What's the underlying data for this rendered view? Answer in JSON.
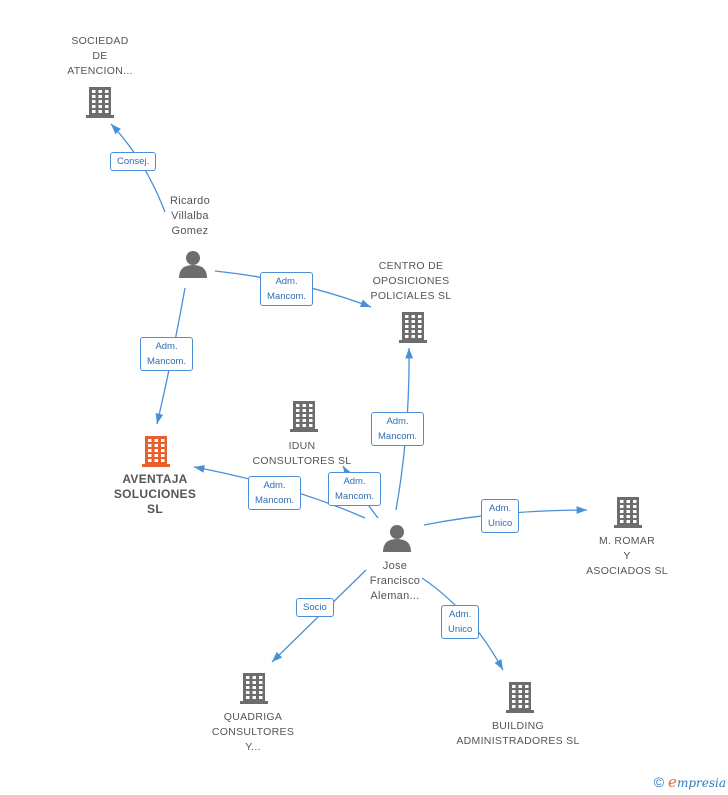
{
  "colors": {
    "edge": "#4a90d9",
    "node": "#6d6d6d",
    "highlight": "#e8612c",
    "label_text": "#555555"
  },
  "nodes": {
    "sociedad": {
      "label": "SOCIEDAD\nDE\nATENCION...",
      "type": "company"
    },
    "ricardo": {
      "label": "Ricardo\nVillalba\nGomez",
      "type": "person"
    },
    "centro": {
      "label": "CENTRO DE\nOPOSICIONES\nPOLICIALES  SL",
      "type": "company"
    },
    "aventaja": {
      "label": "AVENTAJA\nSOLUCIONES\nSL",
      "type": "company",
      "highlight": true
    },
    "idun": {
      "label": "IDUN\nCONSULTORES SL",
      "type": "company"
    },
    "jose": {
      "label": "Jose\nFrancisco\nAleman...",
      "type": "person"
    },
    "romar": {
      "label": "M.  ROMAR\nY\nASOCIADOS SL",
      "type": "company"
    },
    "quadriga": {
      "label": "QUADRIGA\nCONSULTORES\nY...",
      "type": "company"
    },
    "building": {
      "label": "BUILDING\nADMINISTRADORES SL",
      "type": "company"
    }
  },
  "edges": [
    {
      "from": "ricardo",
      "to": "sociedad",
      "label": "Consej."
    },
    {
      "from": "ricardo",
      "to": "centro",
      "label": "Adm.\nMancom."
    },
    {
      "from": "ricardo",
      "to": "aventaja",
      "label": "Adm.\nMancom."
    },
    {
      "from": "jose",
      "to": "centro",
      "label": "Adm.\nMancom."
    },
    {
      "from": "jose",
      "to": "aventaja",
      "label": "Adm.\nMancom."
    },
    {
      "from": "jose",
      "to": "idun",
      "label": "Adm.\nMancom."
    },
    {
      "from": "jose",
      "to": "romar",
      "label": "Adm.\nUnico"
    },
    {
      "from": "jose",
      "to": "quadriga",
      "label": "Socio"
    },
    {
      "from": "jose",
      "to": "building",
      "label": "Adm.\nUnico"
    }
  ],
  "footer": {
    "copyright": "©",
    "brand_initial": "e",
    "brand_rest": "mpresia"
  }
}
